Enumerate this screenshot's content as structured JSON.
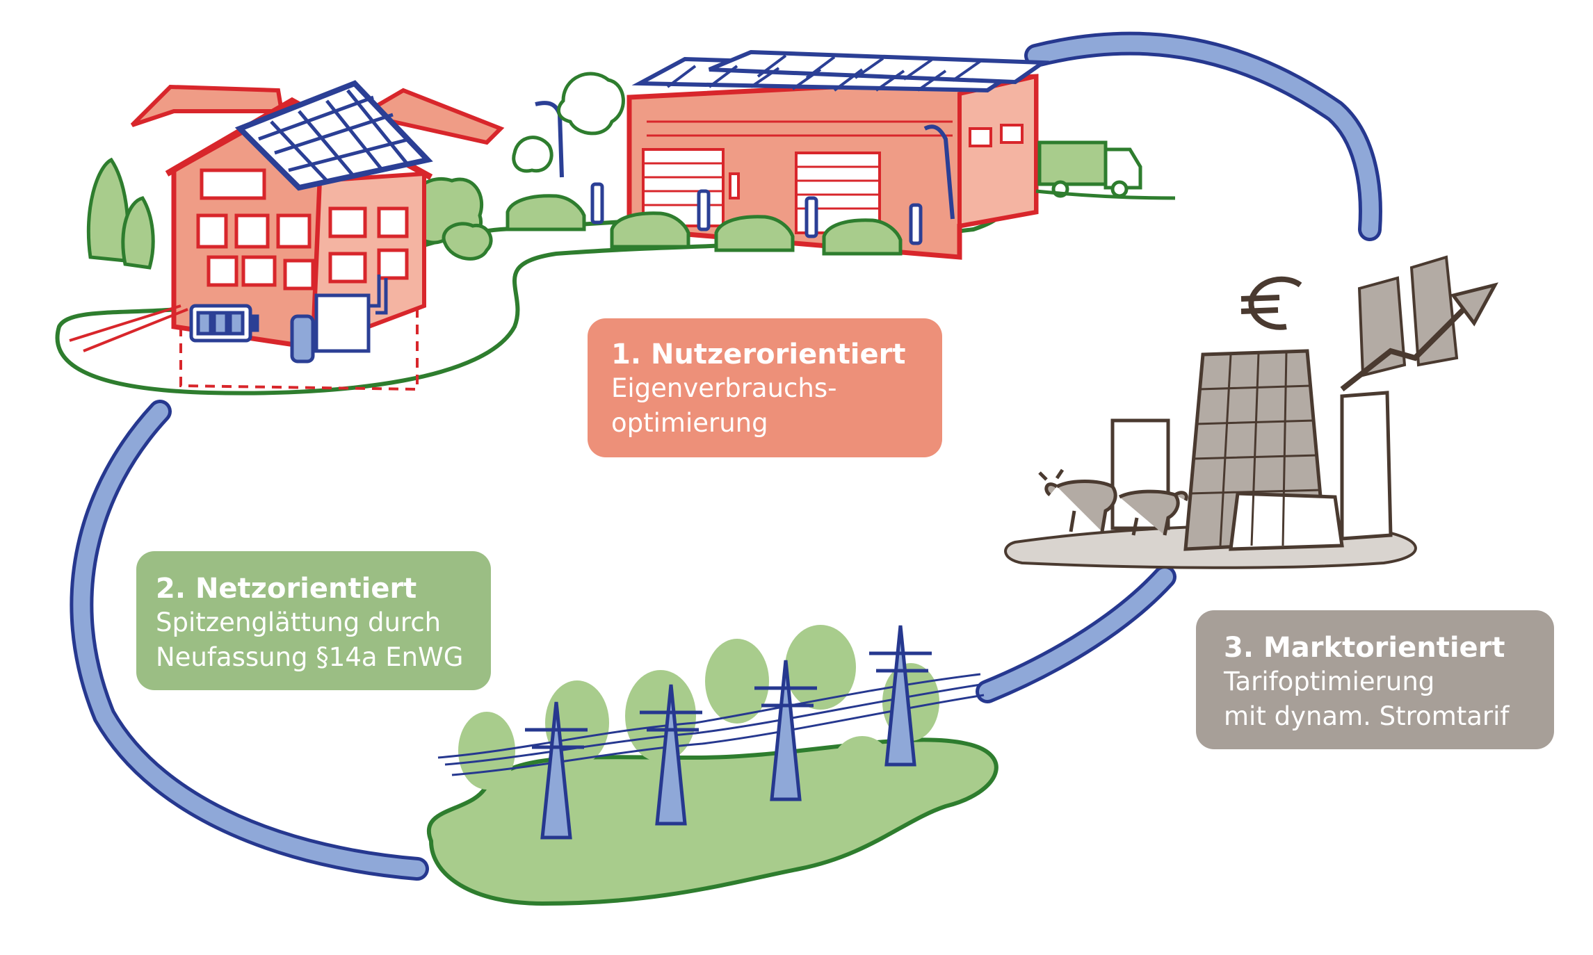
{
  "cards": [
    {
      "id": "card-1",
      "title": "1. Nutzerorientiert",
      "lines": [
        "Eigenverbrauchs-",
        "optimierung"
      ],
      "color": "#ed9079"
    },
    {
      "id": "card-2",
      "title": "2. Netzorientiert",
      "lines": [
        "Spitzenglättung durch",
        "Neufassung §14a EnWG"
      ],
      "color": "#9bbe84"
    },
    {
      "id": "card-3",
      "title": "3. Marktorientiert",
      "lines": [
        "Tarifoptimierung",
        "mit dynam. Stromtarif"
      ],
      "color": "#a79f98"
    }
  ],
  "colors": {
    "loop_light": "#8fa8d8",
    "loop_dark": "#26388f",
    "building_red": "#d8262b",
    "building_fill": "#ef9c86",
    "solar_blue": "#2b3f95",
    "green_line": "#2e7d2e",
    "green_fill": "#a8cc8c",
    "gray_line": "#4a3a30",
    "gray_fill": "#b3aba4"
  },
  "icons": [
    "house-icon",
    "solar-panel-icon",
    "battery-icon",
    "heat-pump-icon",
    "warehouse-icon",
    "electric-car-icon",
    "charging-station-icon",
    "truck-icon",
    "tree-icon",
    "power-pylon-icon",
    "euro-icon",
    "trend-arrow-icon",
    "office-tower-icon",
    "bull-icon",
    "bear-icon"
  ]
}
